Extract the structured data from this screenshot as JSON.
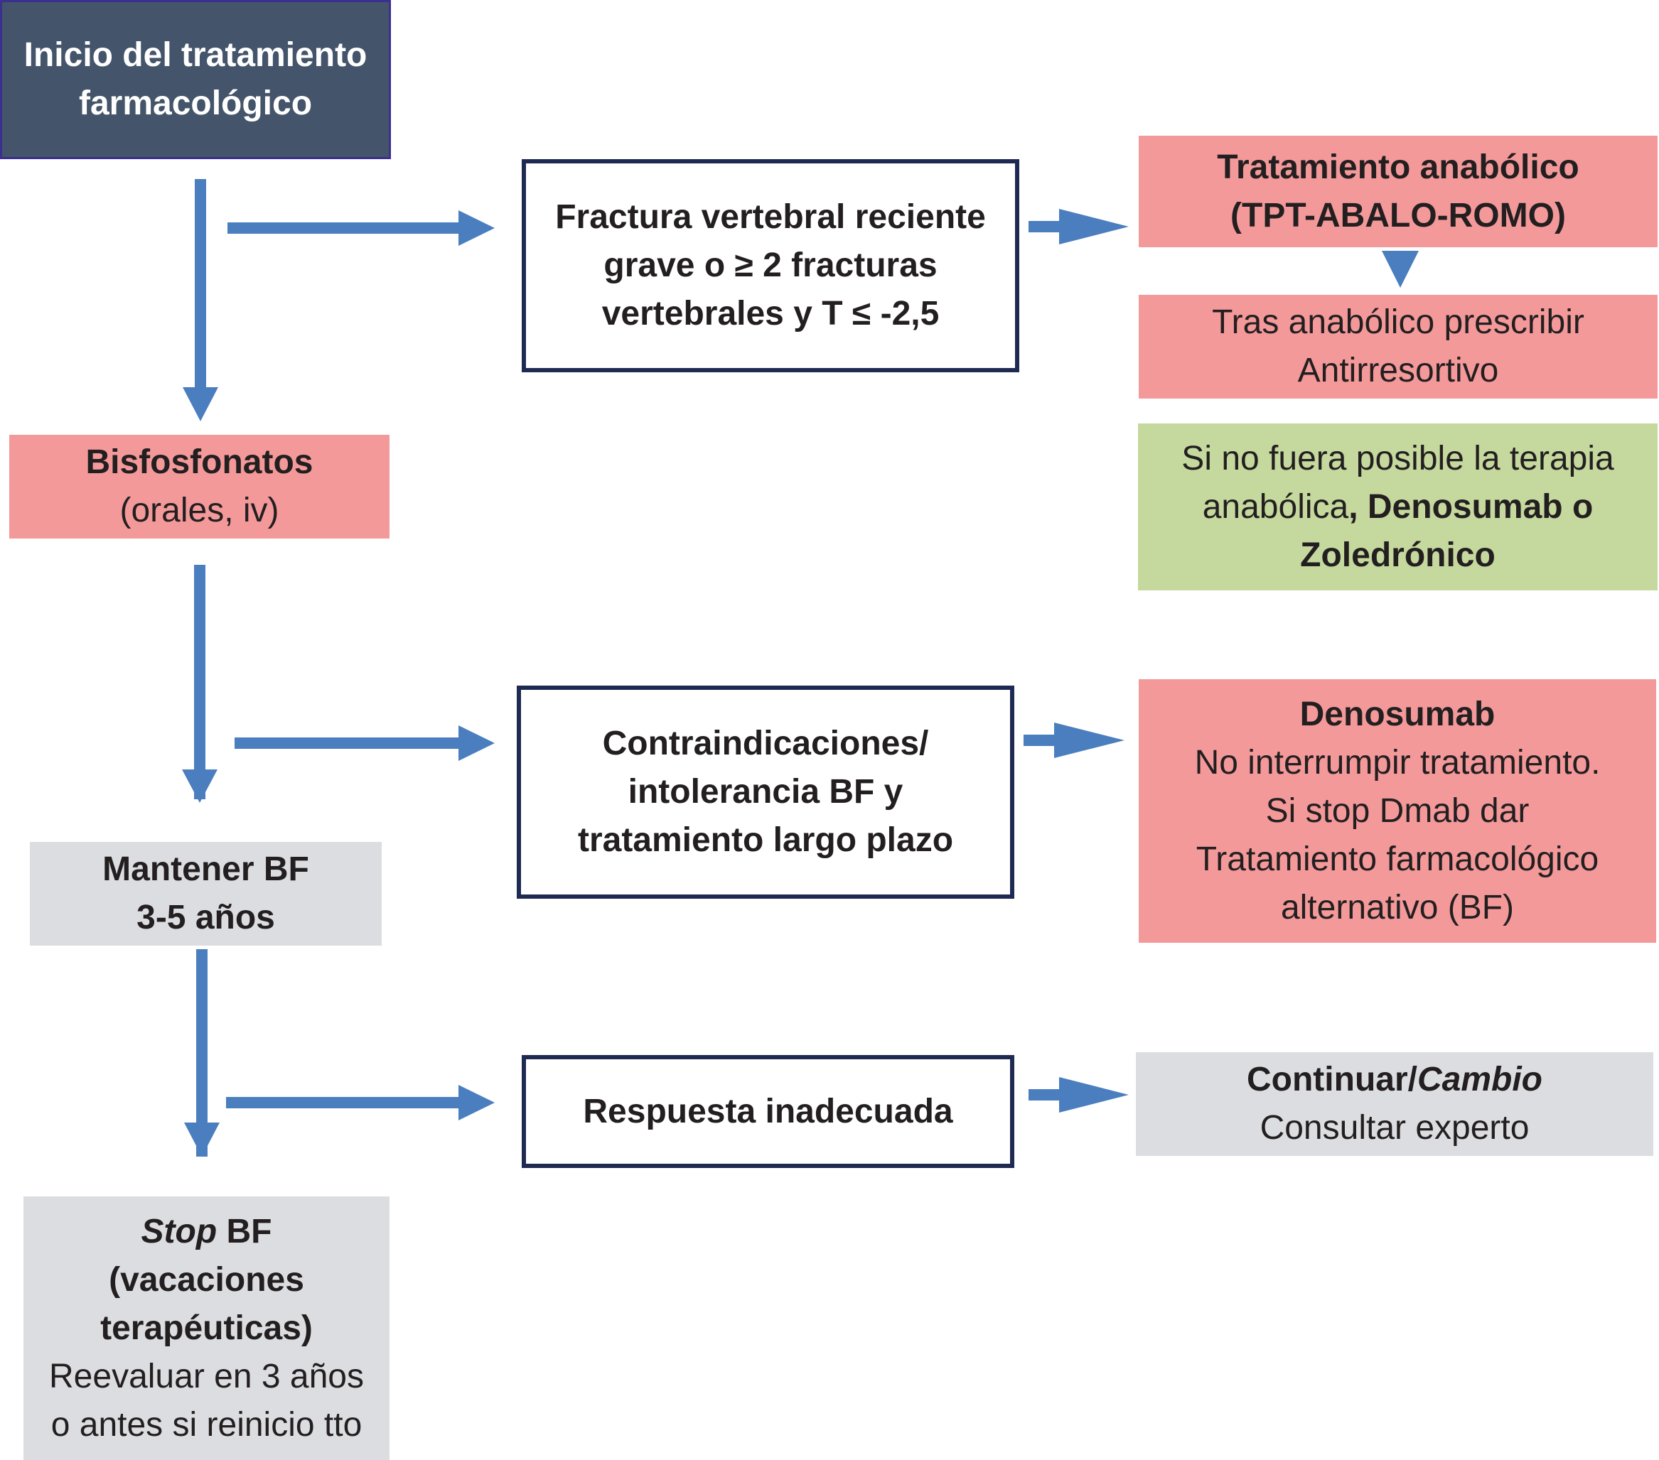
{
  "colors": {
    "arrow": "#4a7ebf",
    "navy_box": "#44546a",
    "pink_box": "#f4999a",
    "green_box": "#c5d89d",
    "grey_box": "#dcdde0",
    "outline_border": "#1f2a52"
  },
  "boxes": {
    "inicio": {
      "line1": "Inicio del tratamiento",
      "line2": "farmacológico"
    },
    "bisfosfonatos": {
      "line1": "Bisfosfonatos",
      "line2": "(orales, iv)"
    },
    "mantener": {
      "line1": "Mantener BF",
      "line2": "3-5 años"
    },
    "stop": {
      "line1_italic": "Stop",
      "line1_rest": " BF",
      "line2": "(vacaciones",
      "line3": "terapéuticas)",
      "line4": "Reevaluar en 3 años",
      "line5": "o antes si reinicio tto"
    },
    "fractura": {
      "line1": "Fractura vertebral reciente",
      "line2": "grave o ≥ 2 fracturas",
      "line3": "vertebrales y T ≤ -2,5"
    },
    "contraindicaciones": {
      "line1": "Contraindicaciones/",
      "line2": "intolerancia BF y",
      "line3": "tratamiento largo plazo"
    },
    "respuesta": {
      "line1": "Respuesta inadecuada"
    },
    "anabolico": {
      "line1": "Tratamiento anabólico",
      "line2": "(TPT-ABALO-ROMO)"
    },
    "tras_anabolico": {
      "line1": "Tras anabólico prescribir",
      "line2": "Antirresortivo"
    },
    "si_no_fuera": {
      "line1": "Si no fuera posible la terapia",
      "line2_normal": "anabólica",
      "line2_bold": ", Denosumab o",
      "line3": "Zoledrónico"
    },
    "denosumab": {
      "line1": "Denosumab",
      "line2": "No interrumpir tratamiento.",
      "line3": "Si stop Dmab dar",
      "line4": "Tratamiento farmacológico",
      "line5": "alternativo (BF)"
    },
    "continuar": {
      "line1_bold": "Continuar/",
      "line1_italic": "Cambio",
      "line2": "Consultar experto"
    }
  }
}
